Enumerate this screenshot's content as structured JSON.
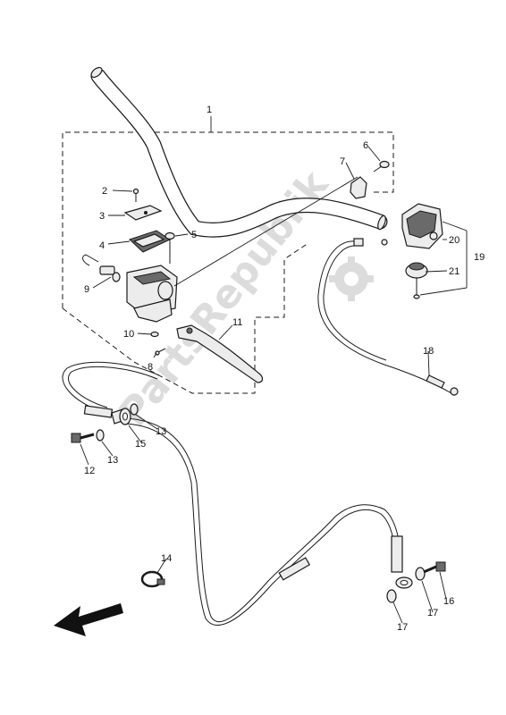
{
  "diagram": {
    "watermark": "PartsRepublik",
    "callouts": [
      {
        "id": "c1",
        "text": "1"
      },
      {
        "id": "c2",
        "text": "2"
      },
      {
        "id": "c3",
        "text": "3"
      },
      {
        "id": "c4",
        "text": "4"
      },
      {
        "id": "c5",
        "text": "5"
      },
      {
        "id": "c6",
        "text": "6"
      },
      {
        "id": "c7",
        "text": "7"
      },
      {
        "id": "c8",
        "text": "8"
      },
      {
        "id": "c9",
        "text": "9"
      },
      {
        "id": "c10",
        "text": "10"
      },
      {
        "id": "c11",
        "text": "11"
      },
      {
        "id": "c12",
        "text": "12"
      },
      {
        "id": "c13a",
        "text": "13"
      },
      {
        "id": "c13b",
        "text": "13"
      },
      {
        "id": "c14",
        "text": "14"
      },
      {
        "id": "c15",
        "text": "15"
      },
      {
        "id": "c16",
        "text": "16"
      },
      {
        "id": "c17a",
        "text": "17"
      },
      {
        "id": "c17b",
        "text": "17"
      },
      {
        "id": "c18",
        "text": "18"
      },
      {
        "id": "c19",
        "text": "19"
      },
      {
        "id": "c20",
        "text": "20"
      },
      {
        "id": "c21",
        "text": "21"
      }
    ],
    "direction_icon": "front-arrow-icon",
    "gear_icon": "gear-icon"
  }
}
